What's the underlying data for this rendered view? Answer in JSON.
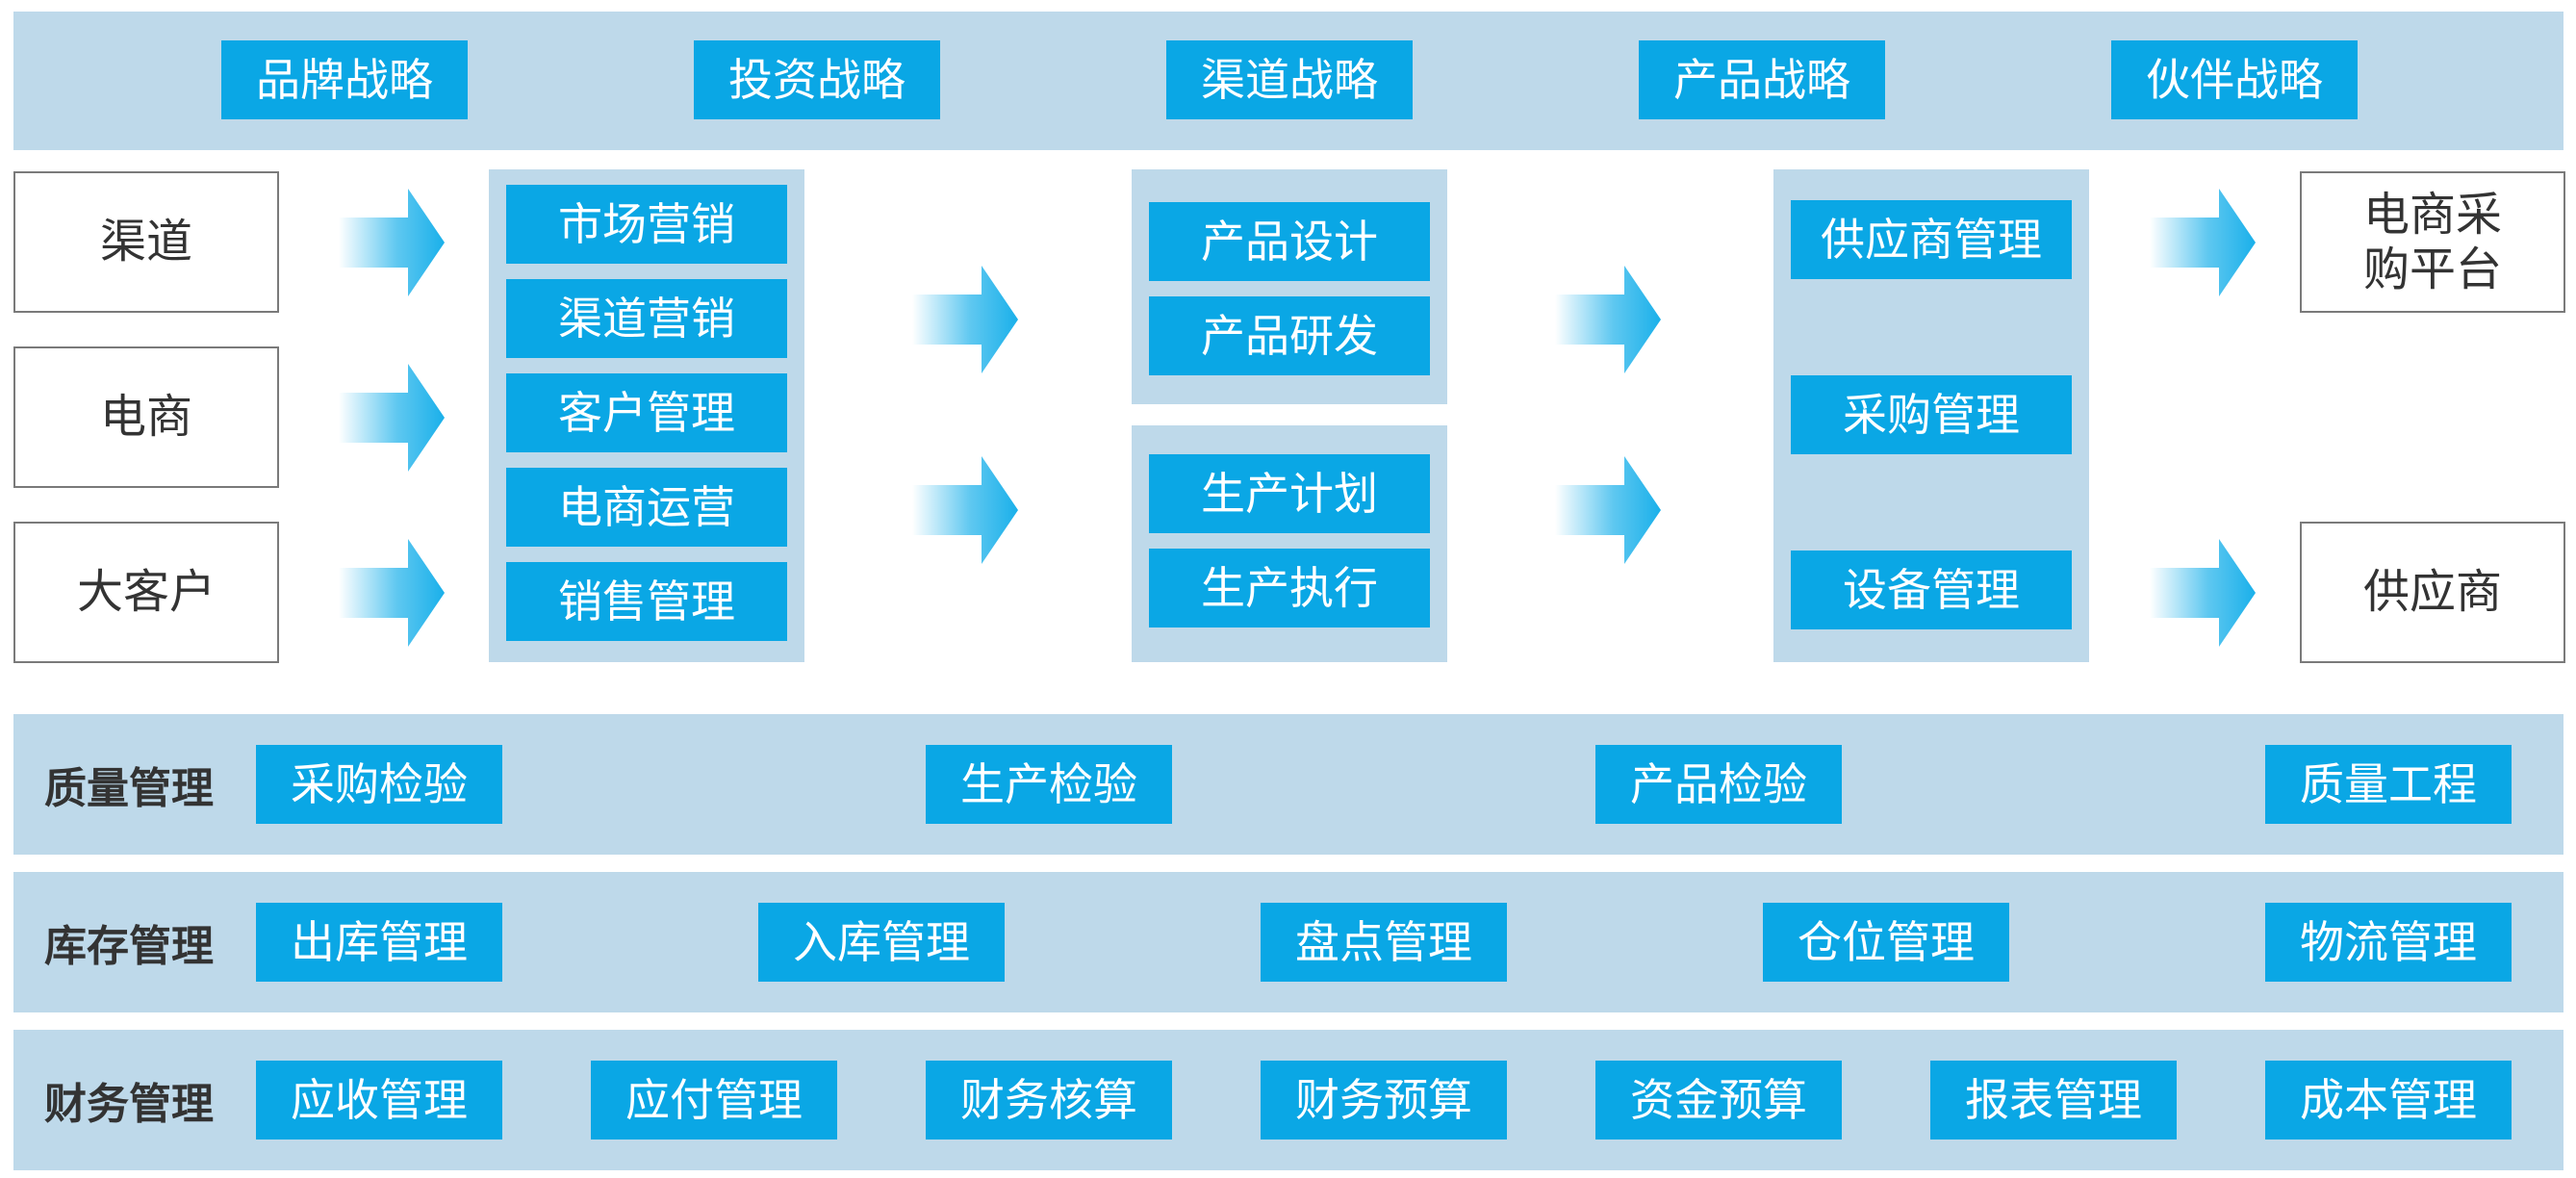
{
  "strategy": [
    "品牌战略",
    "投资战略",
    "渠道战略",
    "产品战略",
    "伙伴战略"
  ],
  "sources": [
    "渠道",
    "电商",
    "大客户"
  ],
  "marketing": [
    "市场营销",
    "渠道营销",
    "客户管理",
    "电商运营",
    "销售管理"
  ],
  "product": [
    "产品设计",
    "产品研发"
  ],
  "production": [
    "生产计划",
    "生产执行"
  ],
  "supply": [
    "供应商管理",
    "采购管理",
    "设备管理"
  ],
  "targets": [
    {
      "line1": "电商采",
      "line2": "购平台"
    },
    {
      "line1": "供应商"
    }
  ],
  "quality": {
    "label": "质量管理",
    "items": [
      "采购检验",
      "生产检验",
      "产品检验",
      "质量工程"
    ]
  },
  "inventory": {
    "label": "库存管理",
    "items": [
      "出库管理",
      "入库管理",
      "盘点管理",
      "仓位管理",
      "物流管理"
    ]
  },
  "finance": {
    "label": "财务管理",
    "items": [
      "应收管理",
      "应付管理",
      "财务核算",
      "财务预算",
      "资金预算",
      "报表管理",
      "成本管理"
    ]
  },
  "colors": {
    "band": "#bed9ea",
    "box": "#0aa7e5",
    "box_text": "#ffffff",
    "arrow": "#1ab0ea",
    "border": "#7a7a7a",
    "label": "#333333"
  }
}
